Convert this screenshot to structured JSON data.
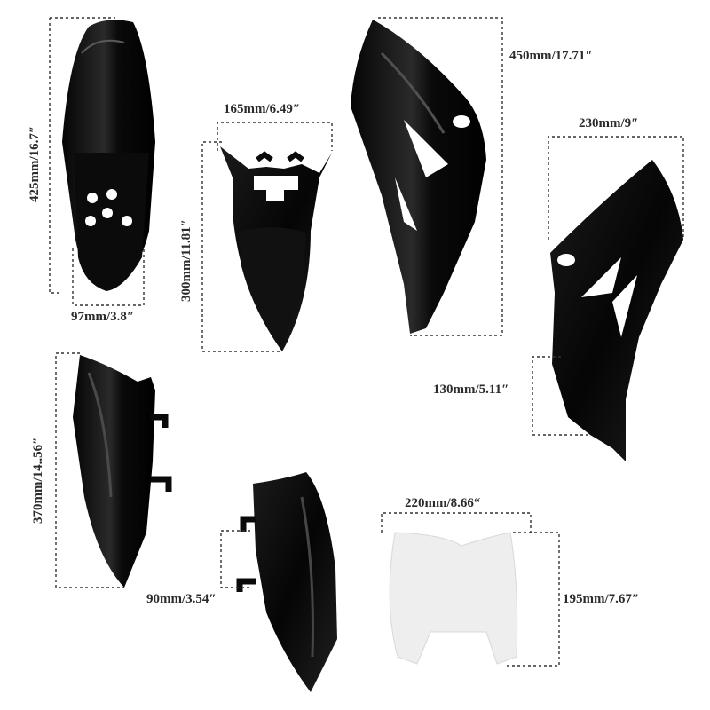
{
  "image": {
    "subject": "motorcycle plastic body kit parts with dimensions",
    "colors": {
      "plastic": "#0d0d0d",
      "highlight": "#4a4a4a",
      "visor": "#eeeeee",
      "dim_line": "#333333"
    }
  },
  "dimensions": {
    "front_fender_height": "425mm/16.7″",
    "front_fender_width": "97mm/3.8″",
    "rear_fender_width": "165mm/6.49″",
    "rear_fender_height": "300mm/11.81″",
    "right_side_panel_length": "450mm/17.71″",
    "left_side_panel_width": "230mm/9″",
    "left_side_panel_mount": "130mm/5.11″",
    "left_fork_guard_height": "370mm/14..56″",
    "right_fork_guard_mount": "90mm/3.54″",
    "number_plate_width": "220mm/8.66“",
    "number_plate_height": "195mm/7.67″"
  }
}
